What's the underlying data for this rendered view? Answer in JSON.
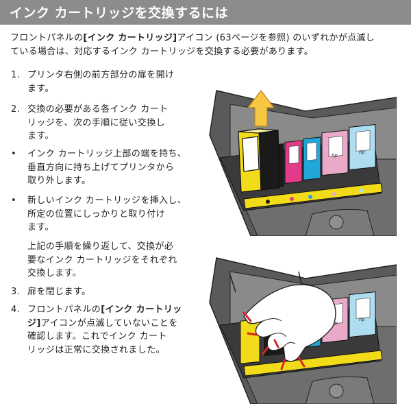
{
  "header": {
    "title": "インク カートリッジを交換するには"
  },
  "intro": {
    "part1": "フロントパネルの",
    "bold": "[インク カートリッジ]",
    "part2": "アイコン (63ページを参照) のいずれかが点滅し",
    "line2": "ている場合は、対応するインク カートリッジを交換する必要があります。"
  },
  "steps": [
    {
      "marker": "1.",
      "lines": [
        "プリンタ右側の前方部分の扉を開け",
        "ます。"
      ]
    },
    {
      "marker": "2.",
      "lines": [
        "交換の必要がある各インク カート",
        "リッジを、次の手順に従い交換し",
        "ます。"
      ]
    },
    {
      "marker": "•",
      "lines": [
        "インク カートリッジ上部の端を持ち、",
        "垂直方向に持ち上げてプリンタから",
        "取り外します。"
      ]
    },
    {
      "marker": "•",
      "lines": [
        "新しいインク カートリッジを挿入し、",
        "所定の位置にしっかりと取り付け",
        "ます。"
      ]
    },
    {
      "marker": "",
      "lines": [
        "上記の手順を繰り返して、交換が必",
        "要なインク カートリッジをそれぞれ",
        "交換します。"
      ]
    },
    {
      "marker": "3.",
      "lines": [
        "扉を閉じます。"
      ]
    },
    {
      "marker": "4.",
      "bold1": "[インク カートリッ",
      "bold2": "ジ]",
      "pre1": "フロントパネルの",
      "post2": "アイコンが点滅していないことを",
      "lines": [
        "確認します。これでインク カート",
        "リッジは正常に交換されました。"
      ]
    }
  ],
  "cartridges_top": [
    {
      "color": "#f2dc1a",
      "label": "yellow"
    },
    {
      "color": "#1a1a1a",
      "label": "black"
    },
    {
      "color": "#e33b8a",
      "label": "magenta"
    },
    {
      "color": "#20a7d8",
      "label": "cyan"
    },
    {
      "color": "#e9a9c8",
      "label": "light magenta"
    },
    {
      "color": "#aedcf0",
      "label": "light cyan"
    }
  ],
  "hp_logo": "hp"
}
